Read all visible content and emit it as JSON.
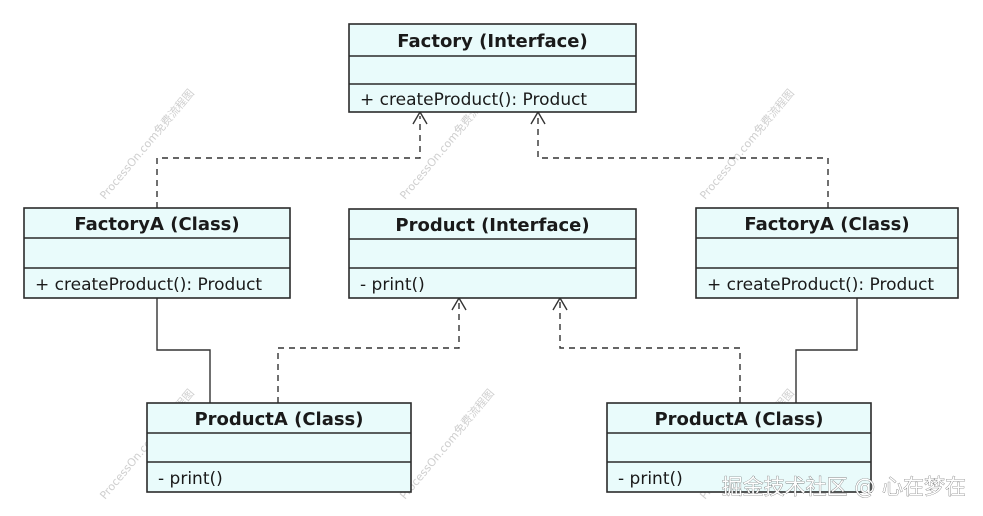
{
  "classes": [
    {
      "id": "factory",
      "title": "Factory (Interface)",
      "method": "+ createProduct(): Product"
    },
    {
      "id": "factory-a-left",
      "title": "FactoryA (Class)",
      "method": "+ createProduct(): Product"
    },
    {
      "id": "product",
      "title": "Product (Interface)",
      "method": "- print()"
    },
    {
      "id": "factory-a-right",
      "title": "FactoryA (Class)",
      "method": "+ createProduct(): Product"
    },
    {
      "id": "product-a-left",
      "title": "ProductA (Class)",
      "method": "- print()"
    },
    {
      "id": "product-a-right",
      "title": "ProductA (Class)",
      "method": "- print()"
    }
  ],
  "relations": [
    {
      "from": "factory-a-left",
      "to": "factory",
      "type": "realization"
    },
    {
      "from": "factory-a-right",
      "to": "factory",
      "type": "realization"
    },
    {
      "from": "product-a-left",
      "to": "product",
      "type": "realization"
    },
    {
      "from": "product-a-right",
      "to": "product",
      "type": "realization"
    },
    {
      "from": "factory-a-left",
      "to": "product-a-left",
      "type": "association"
    },
    {
      "from": "factory-a-right",
      "to": "product-a-right",
      "type": "association"
    }
  ],
  "watermark": "ProcessOn.com免费流程图",
  "credit": "掘金技术社区 @ 心在梦在",
  "colors": {
    "box_fill": "#e9fbfb",
    "border": "#2b2b2b"
  }
}
